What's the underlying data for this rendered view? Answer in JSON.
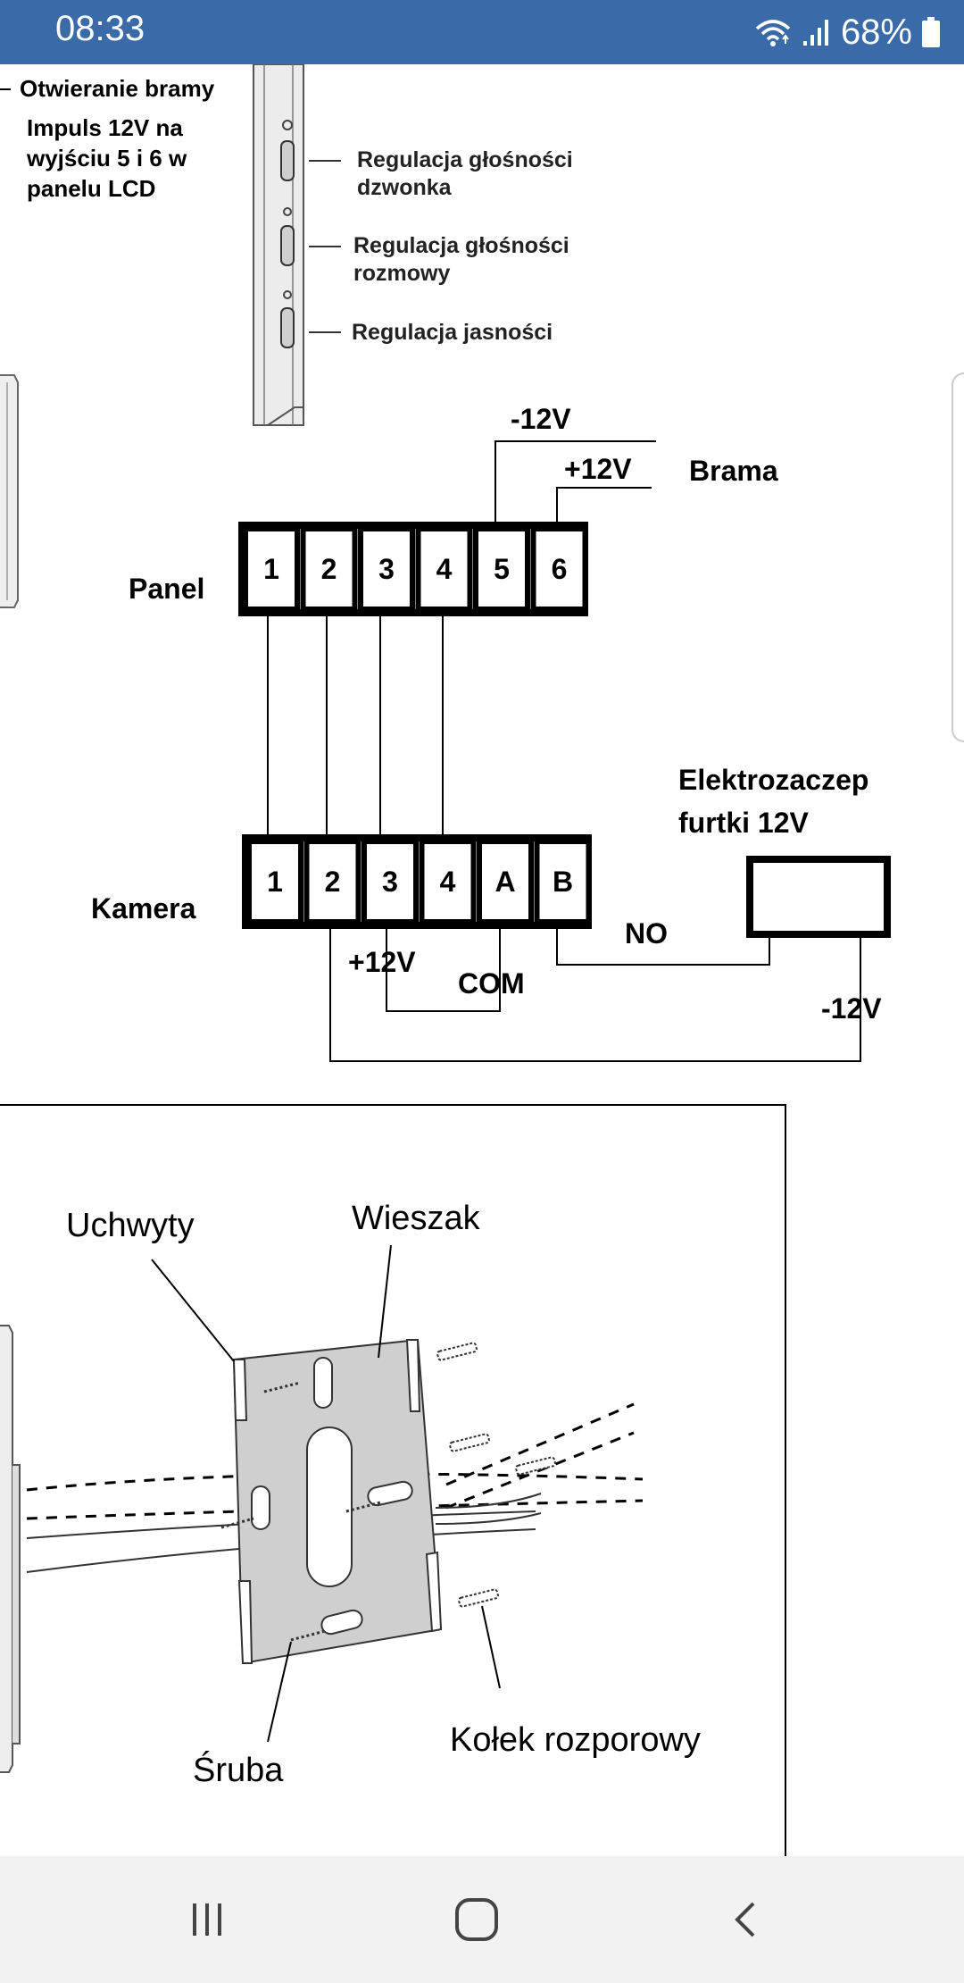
{
  "status_bar": {
    "time": "08:33",
    "battery": "68%",
    "background": "#3a6aa8"
  },
  "figure": {
    "gate_label": "Otwieranie bramy",
    "gate_note": [
      "Impuls 12V na",
      "wyjściu 5 i 6 w",
      "panelu LCD"
    ],
    "controls": [
      [
        "Regulacja głośności",
        "dzwonka"
      ],
      [
        "Regulacja głośności",
        "rozmowy"
      ],
      [
        "Regulacja jasności"
      ]
    ],
    "panel": {
      "label": "Panel",
      "terminals": [
        "1",
        "2",
        "3",
        "4",
        "5",
        "6"
      ]
    },
    "camera": {
      "label": "Kamera",
      "terminals": [
        "1",
        "2",
        "3",
        "4",
        "A",
        "B"
      ]
    },
    "gate": {
      "minus": "-12V",
      "plus": "+12V",
      "label": "Brama"
    },
    "strike": {
      "title": [
        "Elektrozaczep",
        "furtki 12V"
      ],
      "no": "NO",
      "com": "COM",
      "plus": "+12V",
      "minus": "-12V"
    },
    "mount": {
      "handles": "Uchwyty",
      "hanger": "Wieszak",
      "screw": "Śruba",
      "anchor": "Kołek rozporowy"
    }
  },
  "nav_bar": {
    "icons": [
      "recent-apps-icon",
      "home-icon",
      "back-icon"
    ]
  }
}
